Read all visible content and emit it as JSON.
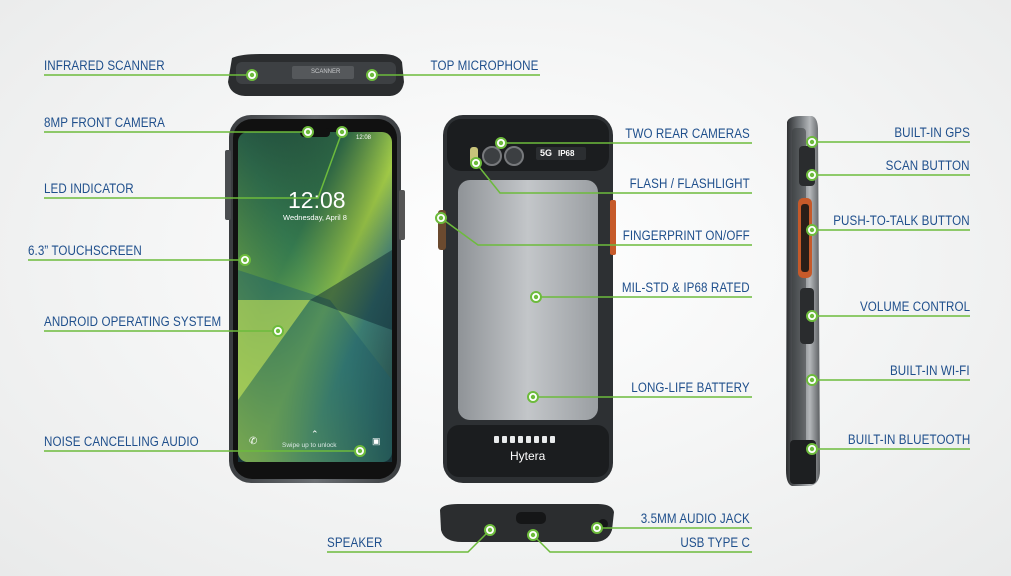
{
  "labels_left": [
    "INFRARED SCANNER",
    "8MP FRONT CAMERA",
    "LED INDICATOR",
    "6.3” TOUCHSCREEN",
    "ANDROID OPERATING SYSTEM",
    "NOISE CANCELLING AUDIO",
    "SPEAKER"
  ],
  "labels_center": [
    "TOP MICROPHONE",
    "TWO REAR CAMERAS",
    "FLASH / FLASHLIGHT",
    "FINGERPRINT ON/OFF",
    "MIL-STD & IP68 RATED",
    "LONG-LIFE BATTERY",
    "3.5MM AUDIO JACK",
    "USB TYPE C"
  ],
  "labels_right": [
    "BUILT-IN GPS",
    "SCAN BUTTON",
    "PUSH-TO-TALK BUTTON",
    "VOLUME CONTROL",
    "BUILT-IN WI-FI",
    "BUILT-IN BLUETOOTH"
  ],
  "phone_screen": {
    "time": "12:08",
    "date": "Wednesday, April 8",
    "status_time": "12:08",
    "unlock_hint": "Swipe up to unlock"
  },
  "device_marks": {
    "scanner_text": "SCANNER",
    "rear_badge_5g": "5G",
    "rear_badge_ip": "IP68",
    "brand": "Hytera"
  },
  "colors": {
    "label_text": "#1f4f8c",
    "leader_line": "#6dbb3c",
    "dot": "#6dbb3c"
  }
}
